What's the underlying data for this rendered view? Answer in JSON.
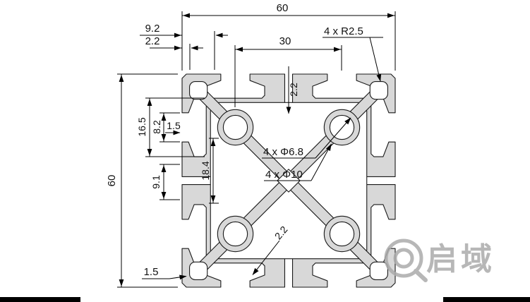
{
  "drawing": {
    "type": "technical-drawing",
    "subject": "60x60 T-slot aluminium profile cross-section",
    "dims": {
      "d60_top": "60",
      "d60_left": "60",
      "d9_2": "9.2",
      "d2_2_top": "2.2",
      "d30": "30",
      "r2_5": "4 x R2.5",
      "d16_5": "16.5",
      "d8_2": "8.2",
      "d1_5_left": "1.5",
      "d18_4": "18.4",
      "d9_1": "9.1",
      "d2_2_center": "2.2",
      "phi6_8": "4 x Φ6.8",
      "phi10": "4 x Φ10",
      "d1_5_bottom": "1.5",
      "d2_2_bottom": "2.2"
    },
    "watermark": {
      "logo": "q-swirl-logo",
      "text": "启域"
    },
    "colors": {
      "material": "#d8d8d8",
      "lines": "#000000",
      "watermark": "#ababab",
      "background": "#ffffff"
    }
  }
}
